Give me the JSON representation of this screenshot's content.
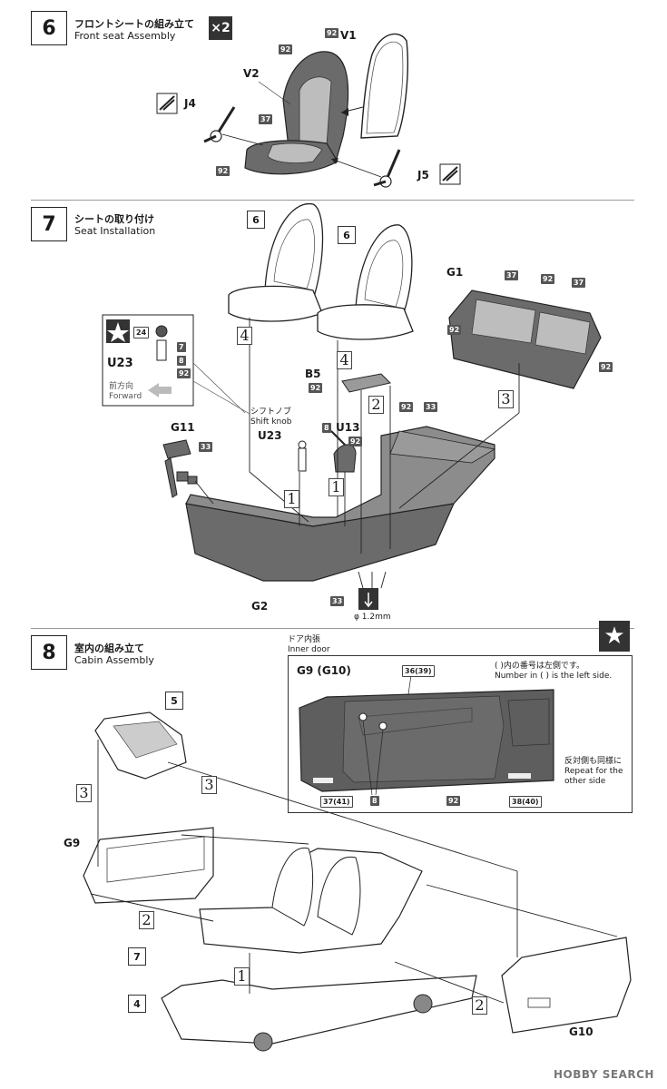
{
  "step6": {
    "number": "6",
    "title_jp": "フロントシートの組み立て",
    "title_en": "Front seat Assembly",
    "multiplier": "×2",
    "parts": {
      "v1": "V1",
      "v2": "V2",
      "j4": "J4",
      "j5": "J5"
    },
    "color_codes": {
      "a": "92",
      "b": "92",
      "c": "37",
      "d": "92"
    }
  },
  "step7": {
    "number": "7",
    "title_jp": "シートの取り付け",
    "title_en": "Seat Installation",
    "subassembly_left": "6",
    "subassembly_right": "6",
    "parts": {
      "g1": "G1",
      "b5": "B5",
      "u13": "U13",
      "u23": "U23",
      "g11": "G11",
      "g2": "G2"
    },
    "detail": {
      "part": "U23",
      "code_top": "24",
      "code_7": "7",
      "code_8": "8",
      "code_92": "92",
      "forward_jp": "前方向",
      "forward_en": "Forward"
    },
    "shift_knob_jp": "シフトノブ",
    "shift_knob_en": "Shift knob",
    "drill": "φ 1.2mm",
    "seq": {
      "s1a": "1",
      "s1b": "1",
      "s2": "2",
      "s3": "3",
      "s4a": "4",
      "s4b": "4"
    },
    "codes": {
      "g1_37a": "37",
      "g1_92": "92",
      "g1_37b": "37",
      "g1_92l": "92",
      "g1_92r": "92",
      "b5_92": "92",
      "u13_8": "8",
      "u13_92": "92",
      "floor_92": "92",
      "floor_33": "33",
      "g11_33": "33",
      "g2_33": "33"
    }
  },
  "step8": {
    "number": "8",
    "title_jp": "室内の組み立て",
    "title_en": "Cabin Assembly",
    "inner_door_jp": "ドア内張",
    "inner_door_en": "Inner door",
    "door_label": "G9 (G10)",
    "note_jp": "( )内の番号は左側です。",
    "note_en": "Number in ( ) is the left side.",
    "repeat_jp": "反対側も同様に",
    "repeat_en1": "Repeat for the",
    "repeat_en2": "other side",
    "door_codes": {
      "top": "36(39)",
      "left": "37(41)",
      "mid": "8",
      "center": "92",
      "right": "38(40)"
    },
    "subs": {
      "s5": "5",
      "s7": "7",
      "s4": "4"
    },
    "parts": {
      "g9": "G9",
      "g10": "G10"
    },
    "seq": {
      "a": "3",
      "b": "3",
      "c": "2",
      "d": "1",
      "e": "2"
    }
  },
  "watermark": "HOBBY SEARCH",
  "colors": {
    "panel_dark": "#6b6b6b",
    "panel_mid": "#9a9a9a",
    "line": "#333333"
  }
}
